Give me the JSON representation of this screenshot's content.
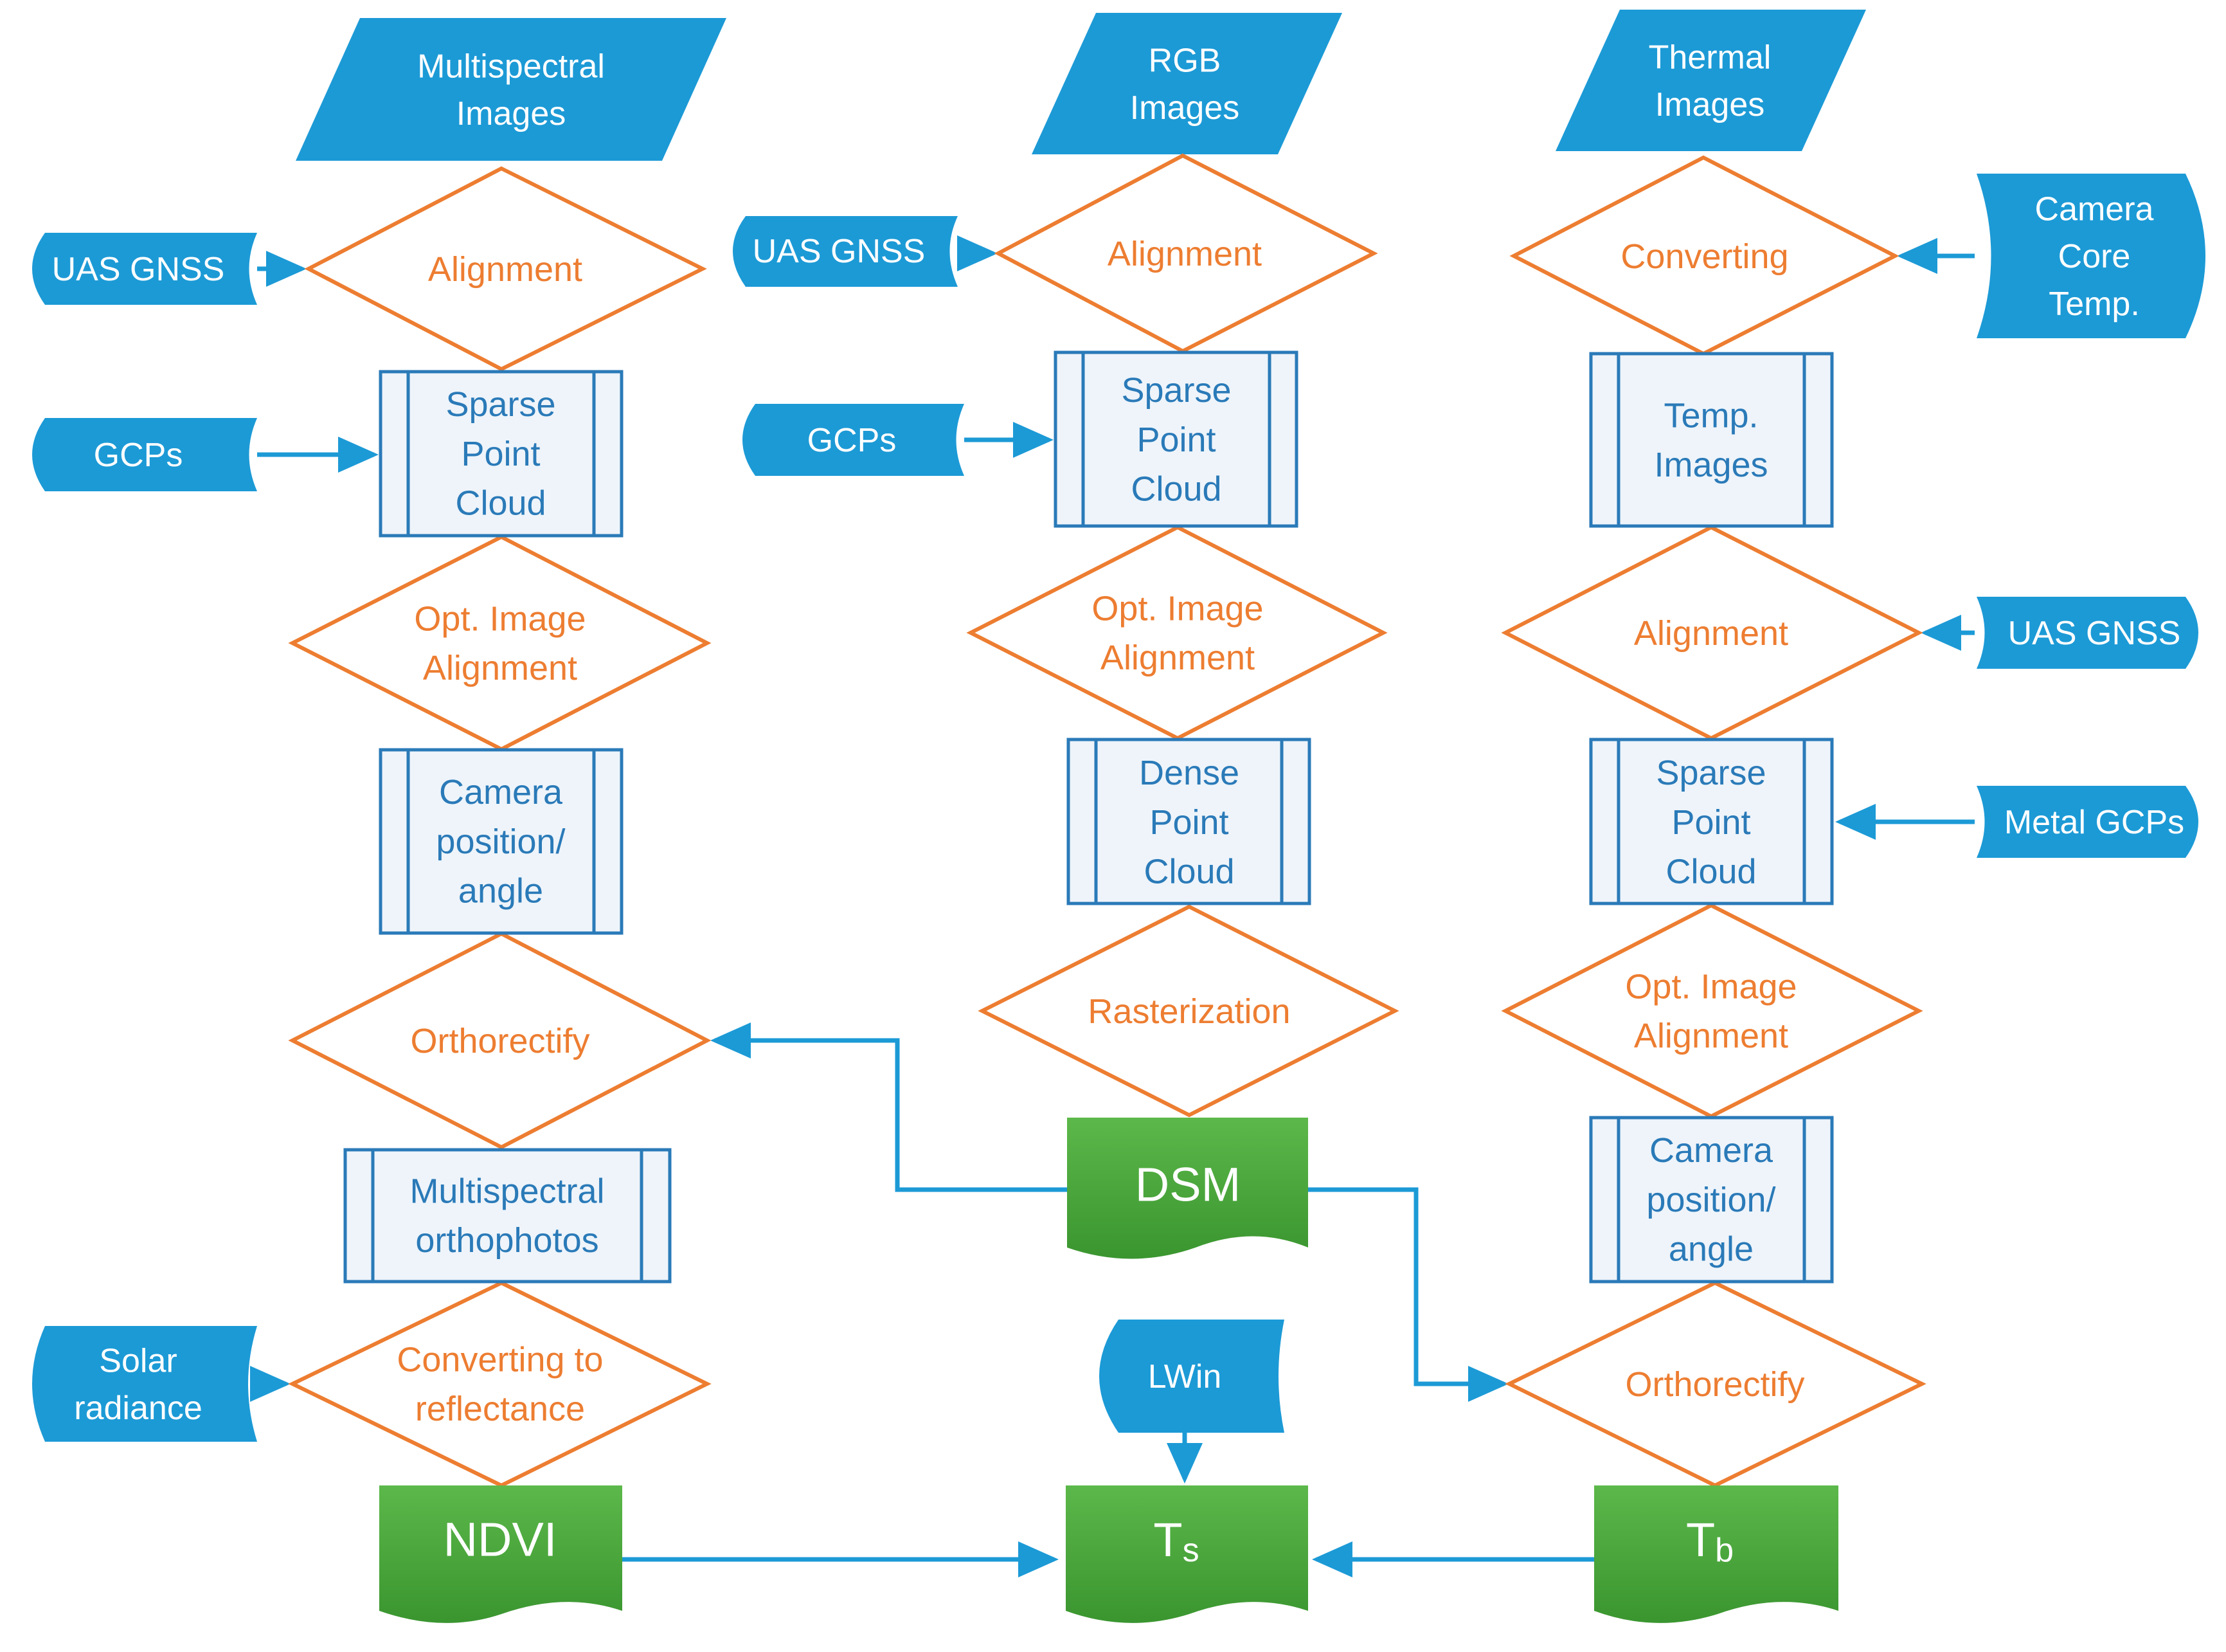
{
  "colors": {
    "blue": "#1c9ad6",
    "blue_stroke": "#2a7ab8",
    "process_fill": "#eef4fa",
    "orange": "#ed7d31",
    "green": "#4ea83c",
    "green_dark": "#2f8a2a",
    "text_blue": "#2a7ab8"
  },
  "inputs": {
    "multispectral": [
      "Multispectral",
      "Images"
    ],
    "rgb": [
      "RGB",
      "Images"
    ],
    "thermal": [
      "Thermal",
      "Images"
    ]
  },
  "sources": {
    "ms_uas_gnss": [
      "UAS GNSS"
    ],
    "ms_gcps": [
      "GCPs"
    ],
    "ms_solar": [
      "Solar",
      "radiance"
    ],
    "rgb_uas_gnss": [
      "UAS GNSS"
    ],
    "rgb_gcps": [
      "GCPs"
    ],
    "th_camera_core": [
      "Camera",
      "Core",
      "Temp."
    ],
    "th_uas_gnss": [
      "UAS GNSS"
    ],
    "th_metal_gcps": [
      "Metal GCPs"
    ],
    "lwin": [
      "LWin"
    ]
  },
  "decisions": {
    "ms_alignment": [
      "Alignment"
    ],
    "ms_opt_alignment": [
      "Opt. Image",
      "Alignment"
    ],
    "ms_orthorectify": [
      "Orthorectify"
    ],
    "ms_converting_reflectance": [
      "Converting to",
      "reflectance"
    ],
    "rgb_alignment": [
      "Alignment"
    ],
    "rgb_opt_alignment": [
      "Opt. Image",
      "Alignment"
    ],
    "rgb_rasterization": [
      "Rasterization"
    ],
    "th_converting": [
      "Converting"
    ],
    "th_alignment": [
      "Alignment"
    ],
    "th_opt_alignment": [
      "Opt. Image",
      "Alignment"
    ],
    "th_orthorectify": [
      "Orthorectify"
    ]
  },
  "processes": {
    "ms_sparse": [
      "Sparse",
      "Point",
      "Cloud"
    ],
    "ms_camera": [
      "Camera",
      "position/",
      "angle"
    ],
    "ms_orthophotos": [
      "Multispectral",
      "orthophotos"
    ],
    "rgb_sparse": [
      "Sparse",
      "Point",
      "Cloud"
    ],
    "rgb_dense": [
      "Dense",
      "Point",
      "Cloud"
    ],
    "th_temp_images": [
      "Temp.",
      "Images"
    ],
    "th_sparse": [
      "Sparse",
      "Point",
      "Cloud"
    ],
    "th_camera": [
      "Camera",
      "position/",
      "angle"
    ]
  },
  "documents": {
    "dsm": {
      "label": "DSM"
    },
    "ndvi": {
      "label": "NDVI"
    },
    "ts": {
      "label": "T",
      "sub": "s"
    },
    "tb": {
      "label": "T",
      "sub": "b"
    }
  }
}
